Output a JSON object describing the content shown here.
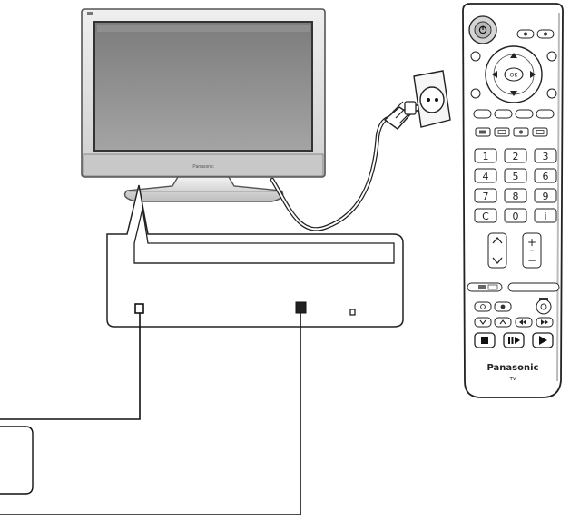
{
  "remote": {
    "brand": "Panasonic",
    "model_label": "TV",
    "number_keys": [
      "1",
      "2",
      "3",
      "4",
      "5",
      "6",
      "7",
      "8",
      "9"
    ],
    "bottom_row_keys": [
      "C",
      "0",
      "i"
    ],
    "center_button_label": "OK",
    "volume_plus": "+",
    "volume_minus": "−",
    "channel_up": "^",
    "channel_down": "v"
  },
  "tv": {
    "brand_mark": "Panasonic"
  },
  "colors": {
    "line": "#1a1a1a",
    "tv_body": "#d9d9d9",
    "tv_screen": "#8e8e8e",
    "remote_body": "#ffffff"
  }
}
